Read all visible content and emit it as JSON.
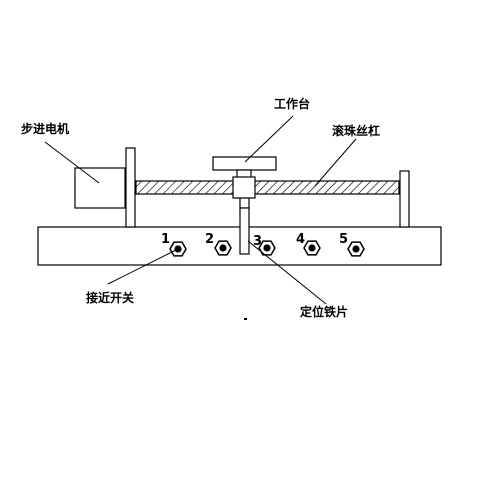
{
  "labels": {
    "stepper_motor": "步进电机",
    "worktable": "工作台",
    "ball_screw": "滚珠丝杠",
    "proximity_switch": "接近开关",
    "positioning_plate": "定位铁片"
  },
  "switch_numbers": [
    "1",
    "2",
    "3",
    "4",
    "5"
  ],
  "colors": {
    "line": "#000000",
    "background": "#ffffff"
  }
}
